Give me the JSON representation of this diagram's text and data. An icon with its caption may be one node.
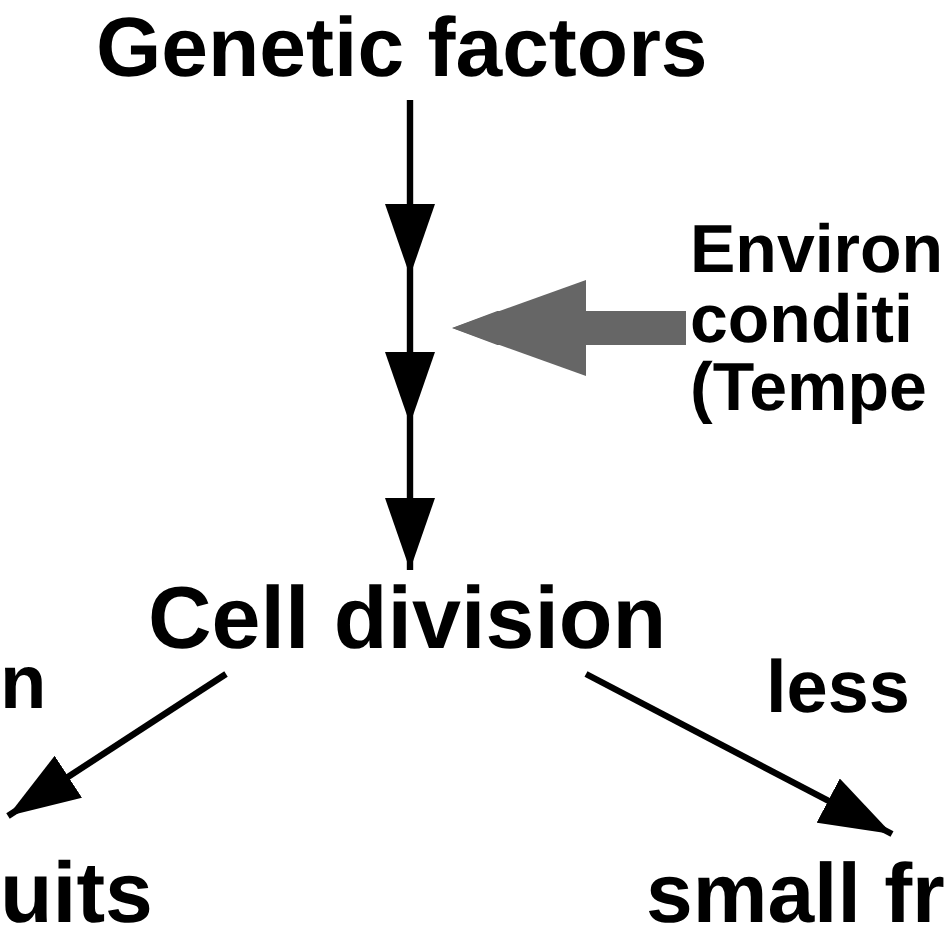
{
  "diagram": {
    "nodes": [
      {
        "text": [
          "Genetic factors"
        ]
      },
      {
        "text": [
          "Environ conditi (Tempe"
        ]
      },
      {
        "text": [
          "Cell division"
        ]
      },
      {
        "text": [
          "uits"
        ]
      },
      {
        "text": [
          "small fr"
        ]
      }
    ],
    "edges": [
      {
        "from": 0,
        "to": 2,
        "arrow": "to"
      },
      {
        "from": 1,
        "to": null,
        "arrow": "to",
        "style": "thick",
        "color": "#666666"
      },
      {
        "from": 2,
        "to": 3,
        "arrow": "to",
        "label": "n"
      },
      {
        "from": 2,
        "to": 4,
        "arrow": "to",
        "label": "less"
      }
    ]
  }
}
